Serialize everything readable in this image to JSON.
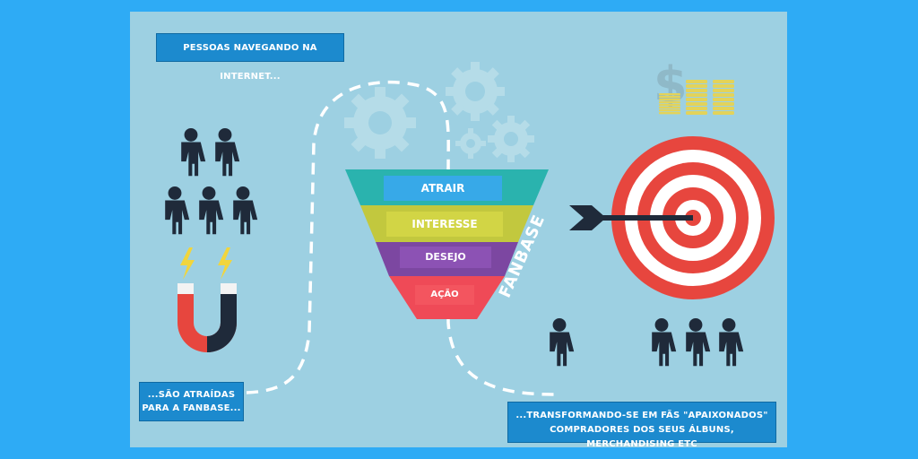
{
  "labels": {
    "top": "PESSOAS NAVEGANDO NA INTERNET...",
    "left_line1": "...SÃO ATRAÍDAS",
    "left_line2": "PARA A FANBASE...",
    "right_line1": "...TRANSFORMANDO-SE EM FÃS \"APAIXONADOS\"",
    "right_line2": "COMPRADORES DOS SEUS ÁLBUNS, MERCHANDISING ETC"
  },
  "funnel": {
    "stages": [
      "ATRAIR",
      "INTERESSE",
      "DESEJO",
      "AÇÃO"
    ],
    "side_label": "FANBASE"
  },
  "icons": {
    "currency_symbol": "$"
  },
  "colors": {
    "background": "#2eabf5",
    "panel": "#9dd0e2",
    "label_box": "#1c8ace",
    "funnel_teal": "#2ab3ae",
    "funnel_yellow": "#c2c83e",
    "funnel_purple": "#7c47a1",
    "funnel_red": "#ef4a57",
    "target_red": "#e7463e",
    "people": "#1f2a3a"
  }
}
